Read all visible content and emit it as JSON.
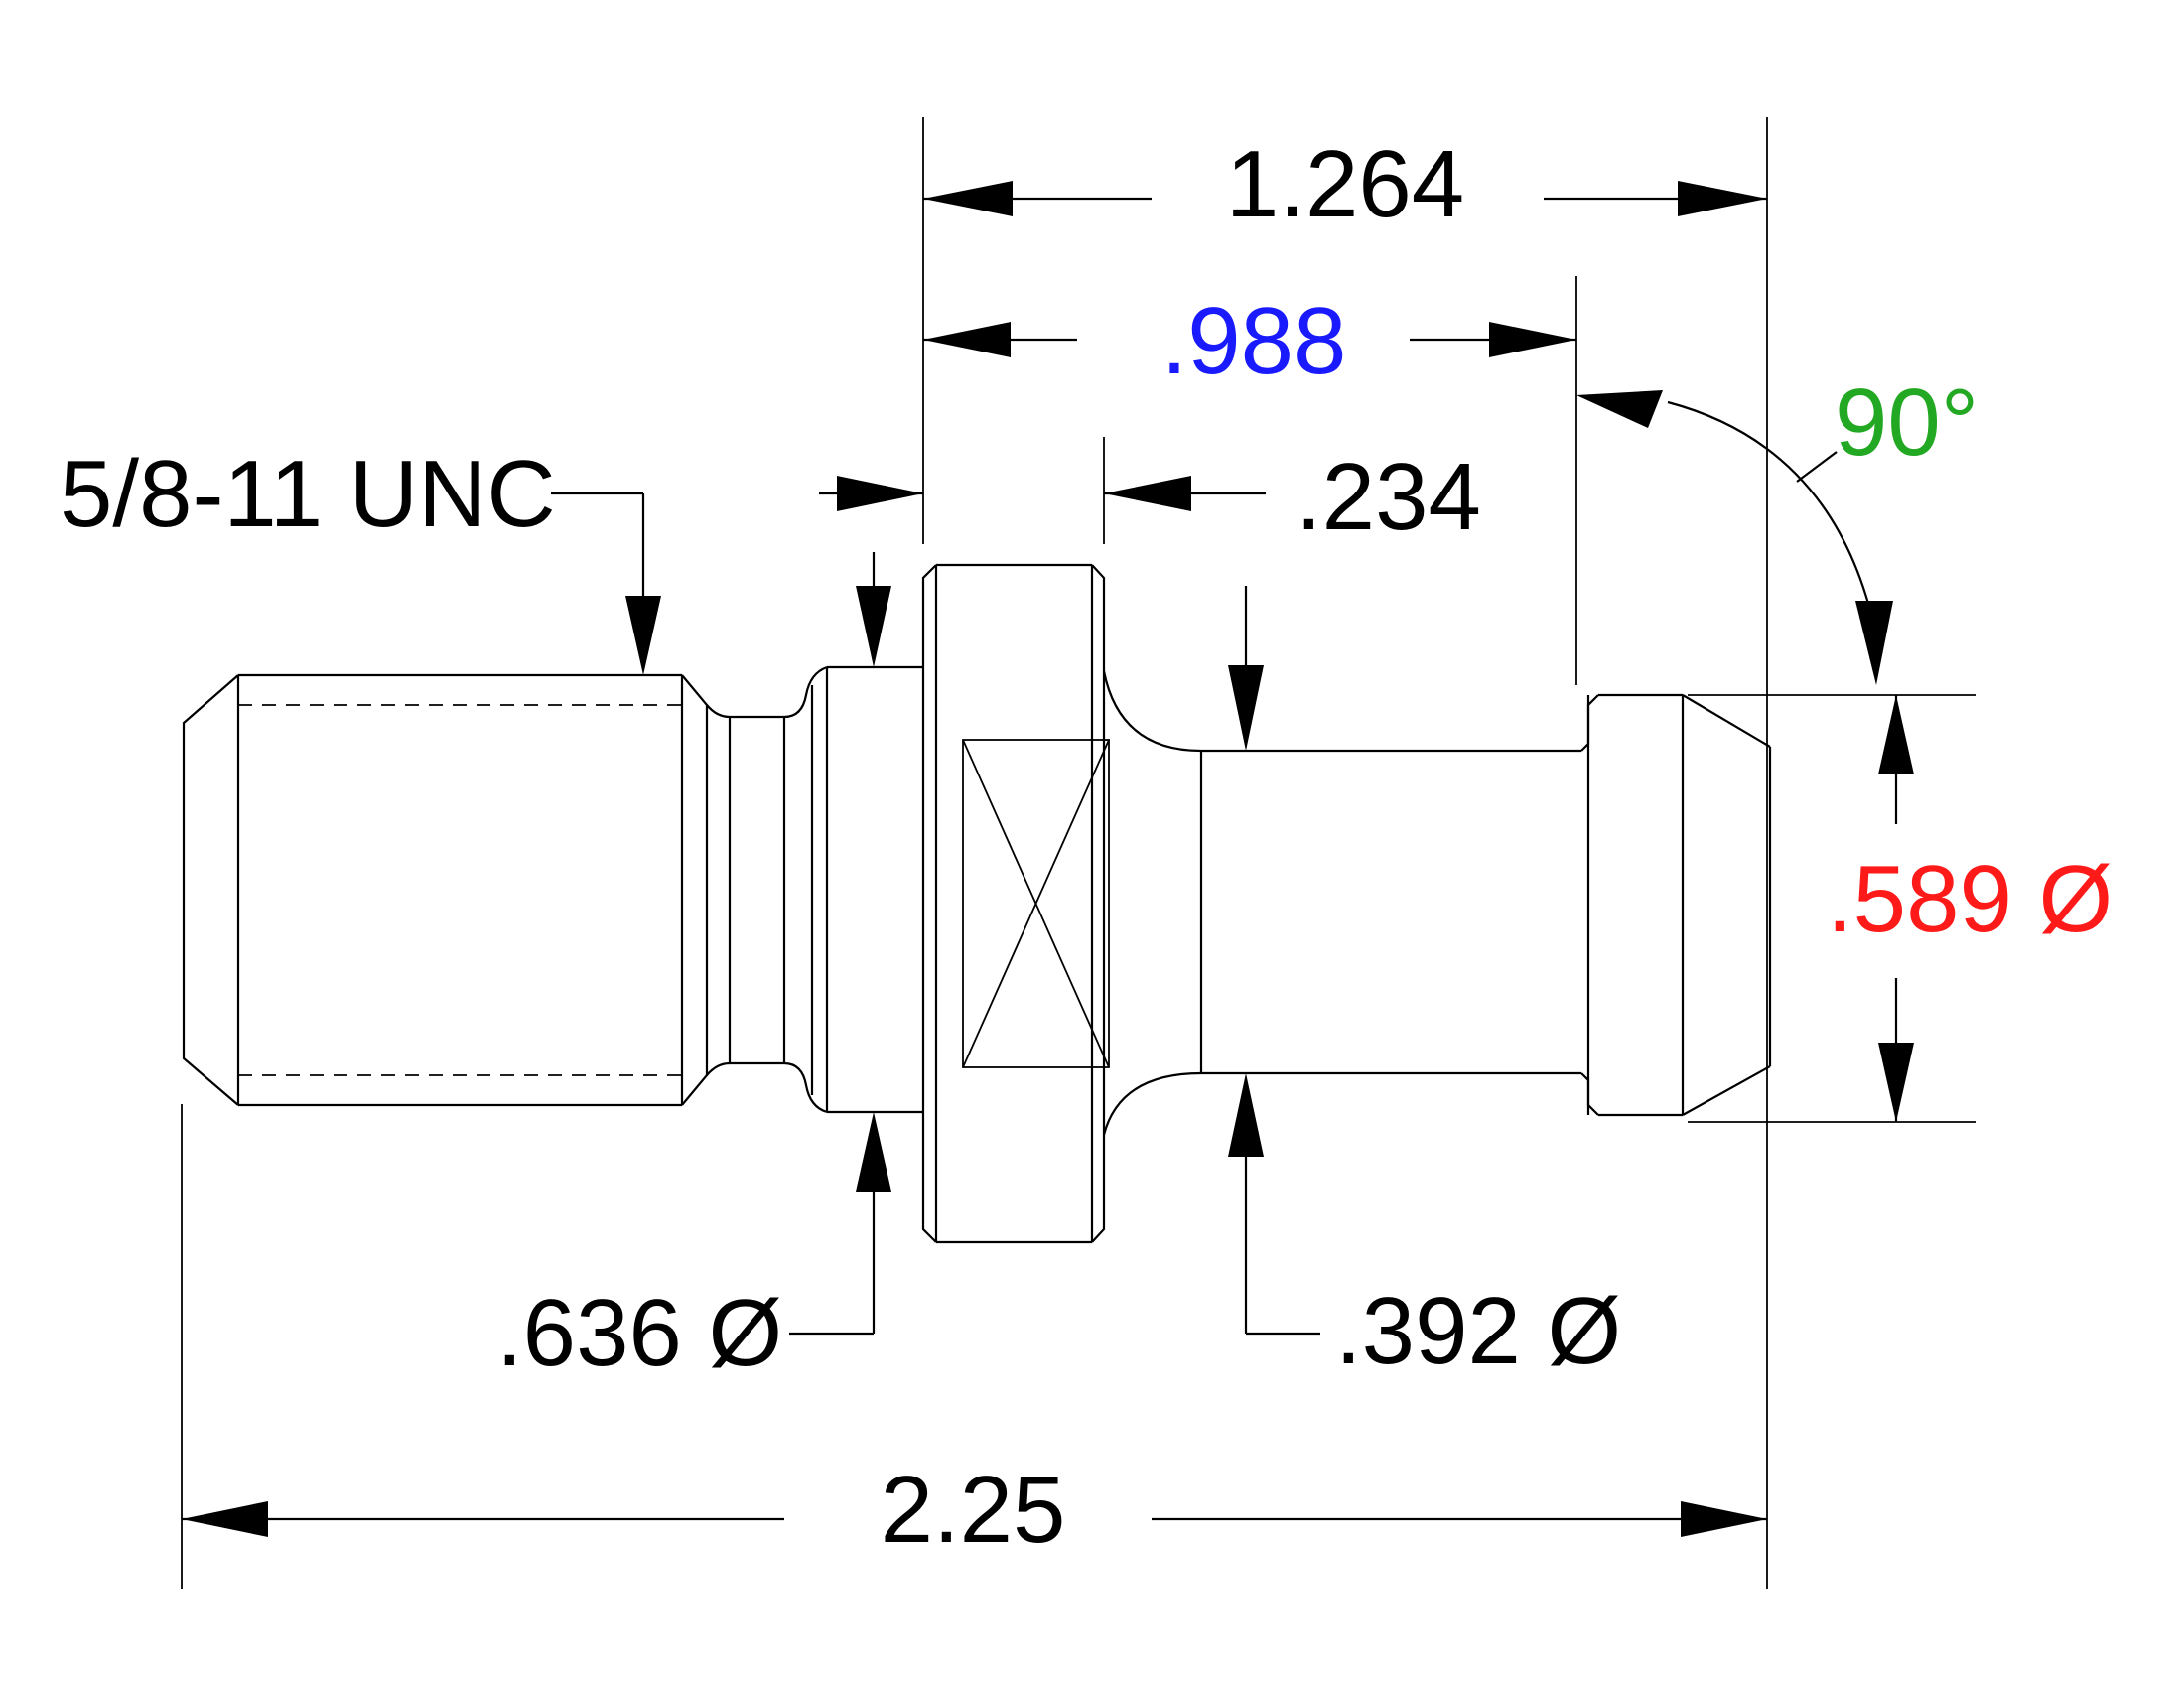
{
  "dimensions": {
    "overall_length": "2.25",
    "length_1_264": "1.264",
    "length_988": ".988",
    "flange_width": ".234",
    "angle": "90°",
    "head_diameter": ".589 Ø",
    "neck_diameter": ".392 Ø",
    "collar_diameter": ".636 Ø"
  },
  "thread_callout": "5/8-11 UNC",
  "colors": {
    "default": "#000000",
    "length_988": "#1a1aff",
    "angle": "#22a822",
    "head_diameter": "#ff1a1a"
  }
}
